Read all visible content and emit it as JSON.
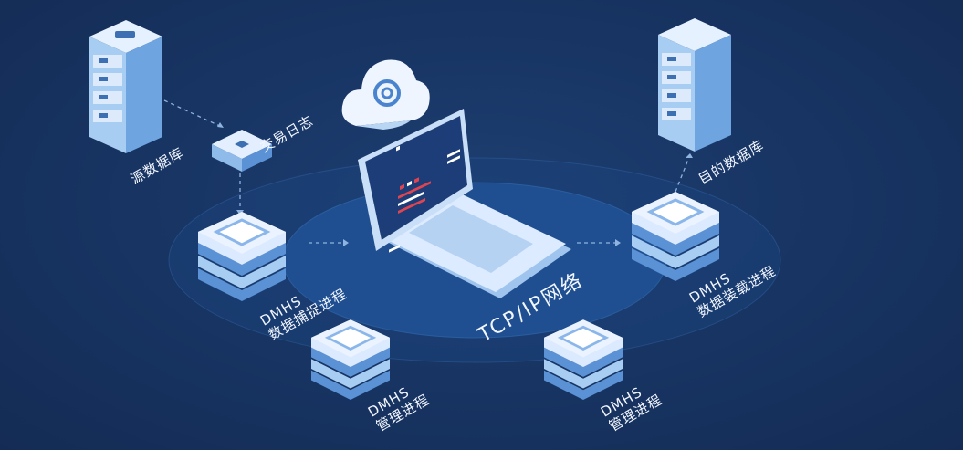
{
  "network": {
    "label": "TCP/IP网络"
  },
  "nodes": {
    "source_db": {
      "label": "源数据库"
    },
    "transaction_log": {
      "label": "交易日志"
    },
    "target_db": {
      "label": "目的数据库"
    },
    "capture": {
      "line1": "DMHS",
      "line2": "数据捕捉进程"
    },
    "loader": {
      "line1": "DMHS",
      "line2": "数据装载进程"
    },
    "manager_left": {
      "line1": "DMHS",
      "line2": "管理进程"
    },
    "manager_right": {
      "line1": "DMHS",
      "line2": "管理进程"
    }
  },
  "colors": {
    "background": "#183564",
    "ring": "#1f4d8c",
    "accent": "#9cc8f5",
    "alert": "#e0454f"
  }
}
